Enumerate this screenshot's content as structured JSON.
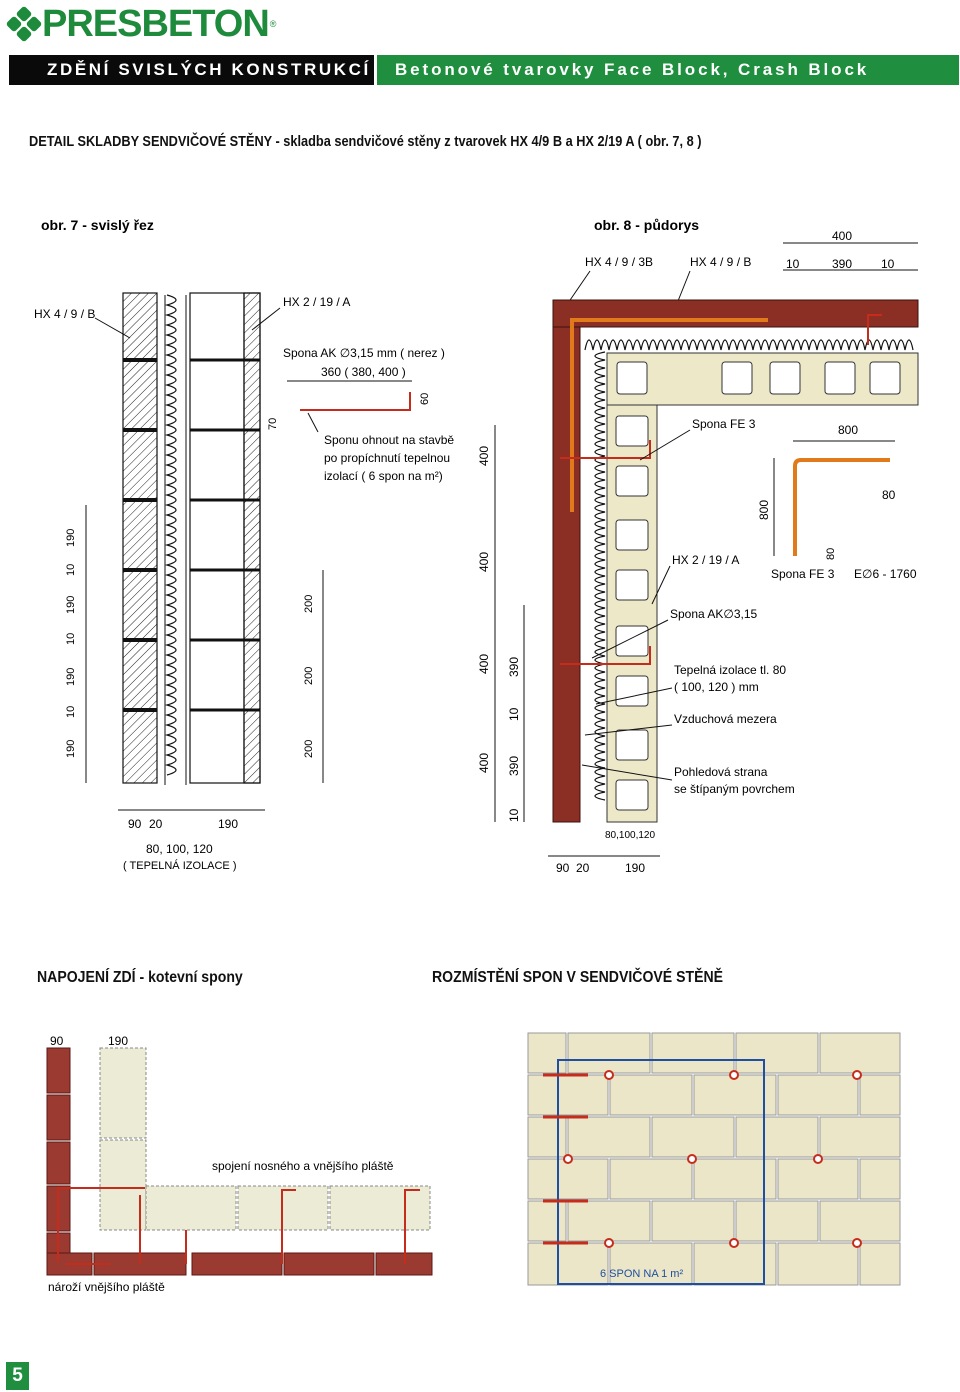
{
  "header": {
    "logo": "PRESBETON",
    "banner_left": "ZDĚNÍ SVISLÝCH KONSTRUKCÍ",
    "banner_right": "Betonové tvarovky Face Block, Crash Block"
  },
  "heading": {
    "bold": "DETAIL SKLADBY SENDVIČOVÉ STĚNY",
    "rest": " - skladba sendvičové stěny z tvarovek HX 4/9 B  a  HX 2/19 A ( obr. 7, 8 )"
  },
  "fig7": {
    "title": "obr. 7 - svislý řez",
    "label_hx49b": "HX 4 / 9 / B",
    "label_hx219a": "HX 2 / 19 / A",
    "spona_label": "Spona AK ∅3,15 mm ( nerez )",
    "spona_dim": "360 ( 380, 400 )",
    "dim_60": "60",
    "dim_70": "70",
    "note_line1": "Sponu ohnout na stavbě",
    "note_line2": "po propíchnutí tepelnou",
    "note_line3": "izolací ( 6 spon na m²)",
    "left_dims": [
      "190",
      "10",
      "190",
      "10",
      "190",
      "10",
      "190"
    ],
    "right_dims": [
      "200",
      "200",
      "200"
    ],
    "bottom_dims": [
      "90",
      "20",
      "190"
    ],
    "insul_dim": "80, 100, 120",
    "insul_label": "( TEPELNÁ IZOLACE )"
  },
  "fig8": {
    "title": "obr. 8 - půdorys",
    "label_hx493b": "HX 4 / 9 / 3B",
    "label_hx49b": "HX 4 / 9 / B",
    "dim_400": "400",
    "dims_top": [
      "10",
      "390",
      "10"
    ],
    "spona_fe3": "Spona FE 3",
    "dim_800a": "800",
    "dim_800b": "800",
    "dim_80a": "80",
    "dim_80b": "80",
    "hx219a": "HX 2 / 19 / A",
    "spona_fe3b": "Spona FE 3",
    "e_label": "E∅6 - 1760",
    "spona_ak": "Spona AK∅3,15",
    "insulation_l1": "Tepelná izolace tl. 80",
    "insulation_l2": "( 100, 120 ) mm",
    "air_gap": "Vzduchová mezera",
    "face_l1": "Pohledová strana",
    "face_l2": "se štípaným povrchem",
    "vert_dims_a": [
      "400",
      "400",
      "400",
      "400"
    ],
    "vert_dims_b": [
      "390",
      "10",
      "390",
      "10"
    ],
    "bottom_dims": [
      "90",
      "20",
      "190"
    ],
    "insul_dim": "80,100,120"
  },
  "bottom_left": {
    "title": "NAPOJENÍ ZDÍ - kotevní spony",
    "dim_90": "90",
    "dim_190": "190",
    "joint_label": "spojení nosného a vnějšího pláště",
    "corner_label": "nároží vnějšího pláště"
  },
  "bottom_right": {
    "title": "ROZMÍSTĚNÍ SPON V SENDVIČOVÉ STĚNĚ",
    "note": "6 SPON NA 1 m²"
  },
  "page_number": "5",
  "colors": {
    "brand_green": "#1f8f3f",
    "brick": "#8b2e24",
    "block": "#ece8c8",
    "anchor": "#d8521a"
  }
}
